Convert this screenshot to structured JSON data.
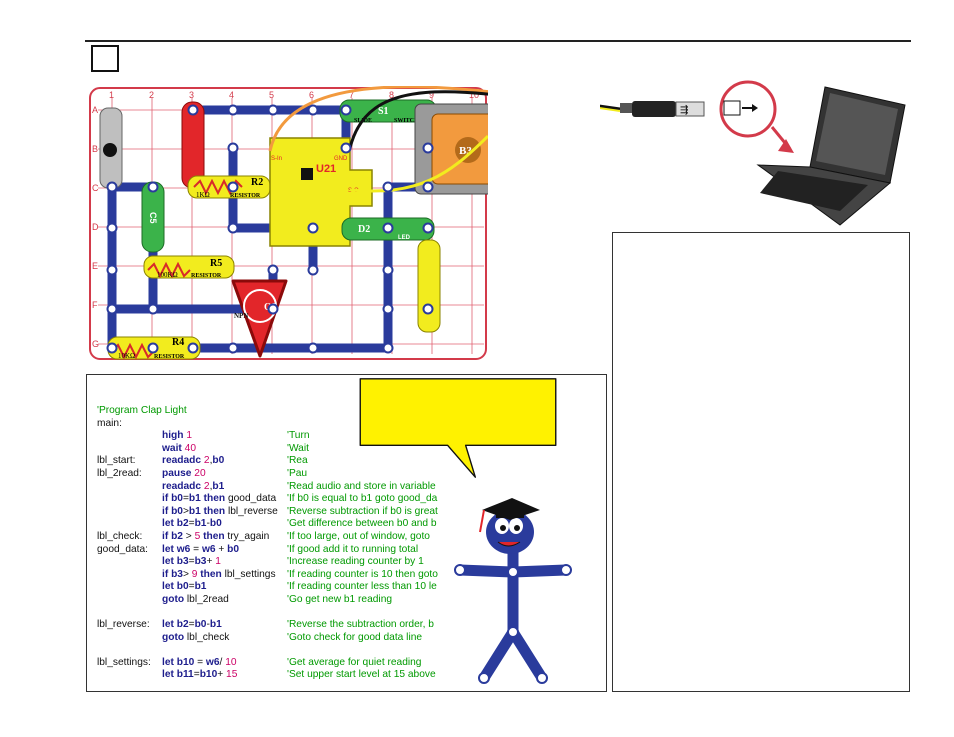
{
  "board": {
    "columns": [
      "1",
      "2",
      "3",
      "4",
      "5",
      "6",
      "7",
      "8",
      "9",
      "10"
    ],
    "rows": [
      "A",
      "B",
      "C",
      "D",
      "E",
      "F",
      "G"
    ],
    "parts": {
      "s1": {
        "id": "S1",
        "label1": "SLIDE",
        "label2": "SWITCH"
      },
      "b3": {
        "id": "B3"
      },
      "u21": {
        "id": "U21",
        "pin_in": "S-In",
        "pin_gnd": "GND",
        "pin_out": "S-O"
      },
      "r2": {
        "id": "R2",
        "value": "1KΩ",
        "label": "RESISTOR"
      },
      "r5": {
        "id": "R5",
        "value": "100KΩ",
        "label": "RESISTOR"
      },
      "r4": {
        "id": "R4",
        "value": "10KΩ",
        "label": "RESISTOR"
      },
      "q2": {
        "id": "Q2",
        "type": "NPN"
      },
      "d2": {
        "id": "D2",
        "label": "LED"
      },
      "c5": {
        "id": "C5"
      }
    }
  },
  "code": {
    "lines": [
      {
        "label": "",
        "stmt": [],
        "comment": "'Program Clap Light"
      },
      {
        "label": "main:",
        "stmt": [],
        "comment": ""
      },
      {
        "label": "",
        "stmt": [
          {
            "t": "kw",
            "v": "high "
          },
          {
            "t": "num",
            "v": "1"
          }
        ],
        "comment": "'Turn"
      },
      {
        "label": "",
        "stmt": [
          {
            "t": "kw",
            "v": "wait "
          },
          {
            "t": "num",
            "v": "40"
          }
        ],
        "comment": "'Wait"
      },
      {
        "label": "lbl_start:",
        "stmt": [
          {
            "t": "kw",
            "v": "readadc "
          },
          {
            "t": "num",
            "v": "2"
          },
          {
            "t": "plain",
            "v": ","
          },
          {
            "t": "kw",
            "v": "b0"
          }
        ],
        "comment": "'Rea"
      },
      {
        "label": "lbl_2read:",
        "stmt": [
          {
            "t": "kw",
            "v": "pause "
          },
          {
            "t": "num",
            "v": "20"
          }
        ],
        "comment": "'Pau"
      },
      {
        "label": "",
        "stmt": [
          {
            "t": "kw",
            "v": "readadc "
          },
          {
            "t": "num",
            "v": "2"
          },
          {
            "t": "plain",
            "v": ","
          },
          {
            "t": "kw",
            "v": "b1"
          }
        ],
        "comment": "'Read audio and store in variable"
      },
      {
        "label": "",
        "stmt": [
          {
            "t": "kw",
            "v": "if "
          },
          {
            "t": "kw",
            "v": "b0"
          },
          {
            "t": "plain",
            "v": "="
          },
          {
            "t": "kw",
            "v": "b1"
          },
          {
            "t": "kw",
            "v": " then "
          },
          {
            "t": "plain",
            "v": "good_data"
          }
        ],
        "comment": "'If b0 is equal to b1 goto good_da"
      },
      {
        "label": "",
        "stmt": [
          {
            "t": "kw",
            "v": "if "
          },
          {
            "t": "kw",
            "v": "b0"
          },
          {
            "t": "plain",
            "v": ">"
          },
          {
            "t": "kw",
            "v": "b1"
          },
          {
            "t": "kw",
            "v": " then "
          },
          {
            "t": "plain",
            "v": "lbl_reverse"
          }
        ],
        "comment": "'Reverse subtraction if b0 is great"
      },
      {
        "label": "",
        "stmt": [
          {
            "t": "kw",
            "v": "let "
          },
          {
            "t": "kw",
            "v": "b2"
          },
          {
            "t": "plain",
            "v": "="
          },
          {
            "t": "kw",
            "v": "b1"
          },
          {
            "t": "plain",
            "v": "-"
          },
          {
            "t": "kw",
            "v": "b0"
          }
        ],
        "comment": "'Get difference between b0 and b"
      },
      {
        "label": "lbl_check:",
        "stmt": [
          {
            "t": "kw",
            "v": "if "
          },
          {
            "t": "kw",
            "v": "b2"
          },
          {
            "t": "plain",
            "v": " > "
          },
          {
            "t": "num",
            "v": "5"
          },
          {
            "t": "kw",
            "v": " then "
          },
          {
            "t": "plain",
            "v": "try_again"
          }
        ],
        "comment": "'If too large, out of window, goto"
      },
      {
        "label": "good_data:",
        "stmt": [
          {
            "t": "kw",
            "v": "let "
          },
          {
            "t": "kw",
            "v": "w6"
          },
          {
            "t": "plain",
            "v": " = "
          },
          {
            "t": "kw",
            "v": "w6"
          },
          {
            "t": "plain",
            "v": " + "
          },
          {
            "t": "kw",
            "v": "b0"
          }
        ],
        "comment": "'If good add it to running total"
      },
      {
        "label": "",
        "stmt": [
          {
            "t": "kw",
            "v": "let "
          },
          {
            "t": "kw",
            "v": "b3"
          },
          {
            "t": "plain",
            "v": "="
          },
          {
            "t": "kw",
            "v": "b3"
          },
          {
            "t": "plain",
            "v": "+ "
          },
          {
            "t": "num",
            "v": "1"
          }
        ],
        "comment": "'Increase reading counter by 1"
      },
      {
        "label": "",
        "stmt": [
          {
            "t": "kw",
            "v": "if "
          },
          {
            "t": "kw",
            "v": "b3"
          },
          {
            "t": "plain",
            "v": "> "
          },
          {
            "t": "num",
            "v": "9"
          },
          {
            "t": "kw",
            "v": " then "
          },
          {
            "t": "plain",
            "v": "lbl_settings"
          }
        ],
        "comment": "'If reading counter is 10 then goto"
      },
      {
        "label": "",
        "stmt": [
          {
            "t": "kw",
            "v": "let "
          },
          {
            "t": "kw",
            "v": "b0"
          },
          {
            "t": "plain",
            "v": "="
          },
          {
            "t": "kw",
            "v": "b1"
          }
        ],
        "comment": " 'If reading counter less than 10 le"
      },
      {
        "label": "",
        "stmt": [
          {
            "t": "kw",
            "v": "goto "
          },
          {
            "t": "plain",
            "v": "lbl_2read"
          }
        ],
        "comment": "'Go get new b1 reading"
      },
      {
        "label": "",
        "stmt": [],
        "comment": ""
      },
      {
        "label": "lbl_reverse:",
        "stmt": [
          {
            "t": "kw",
            "v": "let "
          },
          {
            "t": "kw",
            "v": "b2"
          },
          {
            "t": "plain",
            "v": "="
          },
          {
            "t": "kw",
            "v": "b0"
          },
          {
            "t": "plain",
            "v": "-"
          },
          {
            "t": "kw",
            "v": "b1"
          }
        ],
        "comment": "'Reverse the subtraction order, b"
      },
      {
        "label": "",
        "stmt": [
          {
            "t": "kw",
            "v": "goto "
          },
          {
            "t": "plain",
            "v": "lbl_check"
          }
        ],
        "comment": "'Goto check for good data line"
      },
      {
        "label": "",
        "stmt": [],
        "comment": ""
      },
      {
        "label": "lbl_settings:",
        "stmt": [
          {
            "t": "kw",
            "v": "let "
          },
          {
            "t": "kw",
            "v": "b10"
          },
          {
            "t": "plain",
            "v": " = "
          },
          {
            "t": "kw",
            "v": "w6"
          },
          {
            "t": "plain",
            "v": "/ "
          },
          {
            "t": "num",
            "v": "10"
          }
        ],
        "comment": "'Get average for quiet reading"
      },
      {
        "label": "",
        "stmt": [
          {
            "t": "kw",
            "v": "let "
          },
          {
            "t": "kw",
            "v": "b11"
          },
          {
            "t": "plain",
            "v": "="
          },
          {
            "t": "kw",
            "v": "b10"
          },
          {
            "t": "plain",
            "v": "+ "
          },
          {
            "t": "num",
            "v": "15"
          }
        ],
        "comment": "'Set upper start level at 15 above"
      }
    ]
  },
  "colors": {
    "board_border": "#d33a4a",
    "grid_line": "#e06070",
    "snap_wire": "#2a3b9c",
    "ic_yellow": "#f2ec1e",
    "switch_green": "#3bb34a",
    "battery_orange": "#f29a3e",
    "code_keyword": "#1d1d8c",
    "code_number": "#cc0066",
    "code_comment": "#009900",
    "bubble_yellow": "#fff200"
  }
}
